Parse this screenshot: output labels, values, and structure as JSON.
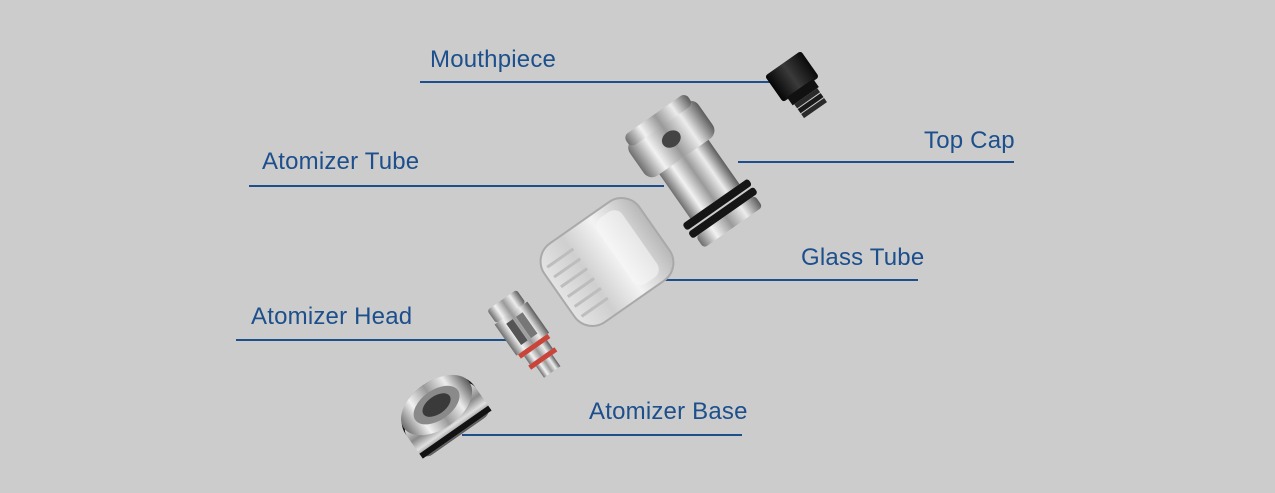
{
  "colors": {
    "background": "#cccccc",
    "label_text": "#1c4f8c",
    "leader_line": "#1c4f8c"
  },
  "labels": {
    "mouthpiece": "Mouthpiece",
    "top_cap": "Top Cap",
    "atomizer_tube": "Atomizer Tube",
    "glass_tube": "Glass Tube",
    "atomizer_head": "Atomizer Head",
    "atomizer_base": "Atomizer Base"
  },
  "parts": {
    "mouthpiece": "mouthpiece-illustration",
    "top_cap_tube": "top-cap-and-atomizer-tube-illustration",
    "glass_tube": "glass-tube-illustration",
    "atomizer_head": "atomizer-head-illustration",
    "atomizer_base": "atomizer-base-illustration"
  }
}
